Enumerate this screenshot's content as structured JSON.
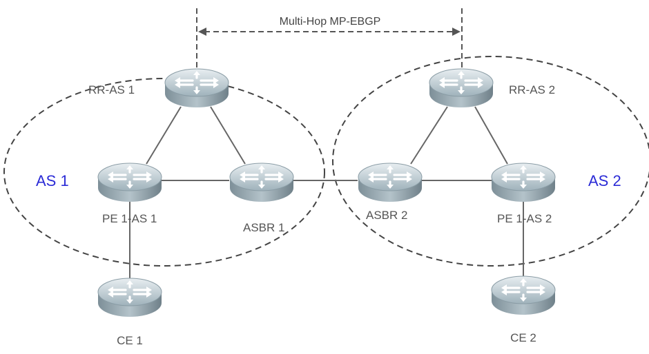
{
  "diagram": {
    "peering_label": "Multi-Hop MP-EBGP",
    "as_labels": [
      "AS 1",
      "AS 2"
    ],
    "routers": {
      "rr_as1": "RR-AS 1",
      "rr_as2": "RR-AS 2",
      "pe1_as1": "PE 1-AS 1",
      "asbr1": "ASBR 1",
      "asbr2": "ASBR 2",
      "pe1_as2": "PE 1-AS 2",
      "ce1": "CE 1",
      "ce2": "CE 2"
    },
    "colors": {
      "as_label": "#2b2bd6",
      "link": "#666666",
      "boundary": "#444444",
      "router_body": "#8fa3ad"
    }
  }
}
